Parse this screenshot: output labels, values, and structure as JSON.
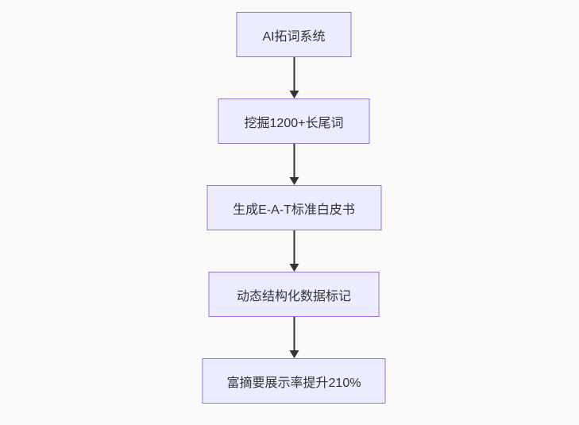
{
  "diagram": {
    "type": "flowchart",
    "direction": "top-down",
    "nodes": [
      {
        "id": "n1",
        "label": "AI拓词系统"
      },
      {
        "id": "n2",
        "label": "挖掘1200+长尾词"
      },
      {
        "id": "n3",
        "label": "生成E-A-T标准白皮书"
      },
      {
        "id": "n4",
        "label": "动态结构化数据标记"
      },
      {
        "id": "n5",
        "label": "富摘要展示率提升210%"
      }
    ],
    "edges": [
      {
        "from": "n1",
        "to": "n2"
      },
      {
        "from": "n2",
        "to": "n3"
      },
      {
        "from": "n3",
        "to": "n4"
      },
      {
        "from": "n4",
        "to": "n5"
      }
    ],
    "colors": {
      "node_fill": "#ECECFF",
      "node_border": "#9370DB",
      "text": "#333333",
      "arrow": "#333333",
      "background": "#fafafa"
    }
  }
}
